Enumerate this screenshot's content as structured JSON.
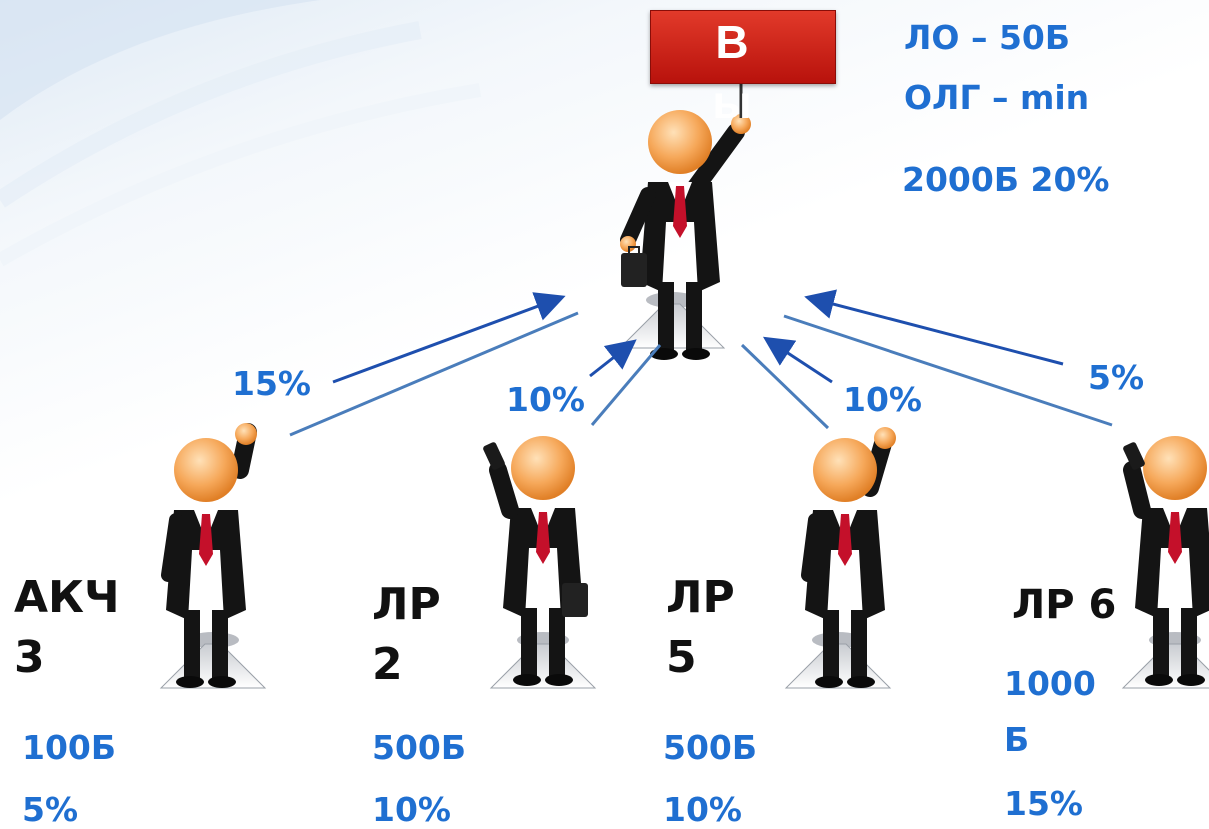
{
  "sign": {
    "text": "Вы"
  },
  "top_info": {
    "line1": "ЛО – 50Б",
    "line2": "ОЛГ – min",
    "line3": "2000Б  20%"
  },
  "arrows": [
    {
      "label": "15%"
    },
    {
      "label": "10%"
    },
    {
      "label": "10%"
    },
    {
      "label": "5%"
    }
  ],
  "members": [
    {
      "name": "АКЧ 3",
      "points": "100Б",
      "percent": "5%"
    },
    {
      "name": "ЛР 2",
      "points": "500Б",
      "percent": "10%"
    },
    {
      "name": "ЛР 5",
      "points": "500Б",
      "percent": "10%"
    },
    {
      "name": "ЛР 6",
      "points": "1000 Б",
      "percent": "15%"
    }
  ],
  "colors": {
    "blue_text": "#1f6fd1",
    "arrow_dark": "#1e4fae",
    "line_light": "#4a7dbb",
    "sign_red": "#d42a1e",
    "skin": "#f6a85a",
    "suit": "#141414",
    "tie": "#c4102a"
  },
  "icons": [
    "businessman-figure",
    "briefcase-icon",
    "phone-icon",
    "pedestal"
  ]
}
